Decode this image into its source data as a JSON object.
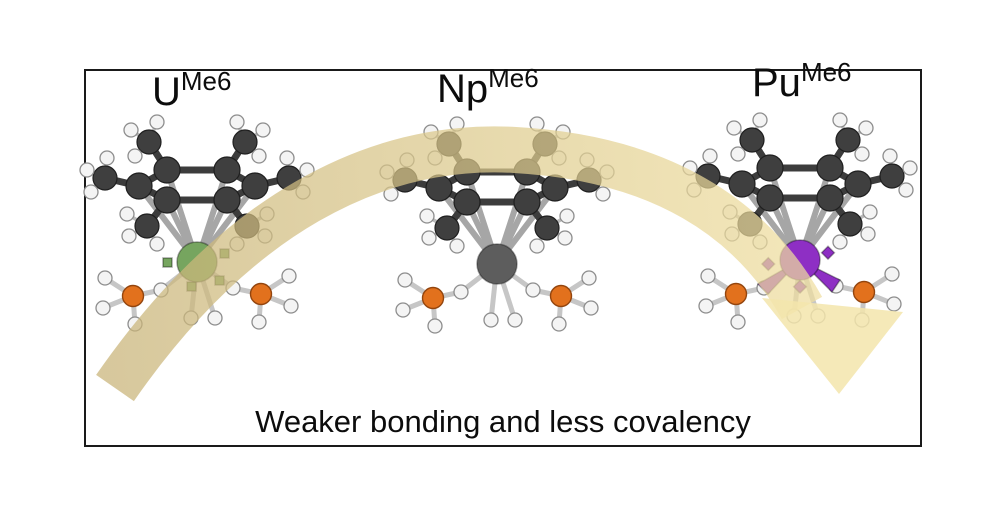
{
  "figure": {
    "labels": {
      "u": {
        "base": "U",
        "sup": "Me6"
      },
      "np": {
        "base": "Np",
        "sup": "Me6"
      },
      "pu": {
        "base": "Pu",
        "sup": "Me6"
      }
    },
    "caption": "Weaker bonding and less covalency",
    "colors": {
      "uranium": "#76a55f",
      "neptunium": "#5d5d5d",
      "plutonium": "#8e2fc4",
      "arrow_start": "#c8b377",
      "arrow_end": "#f0dfa0",
      "arrow_head": "#f3e5ab"
    }
  }
}
